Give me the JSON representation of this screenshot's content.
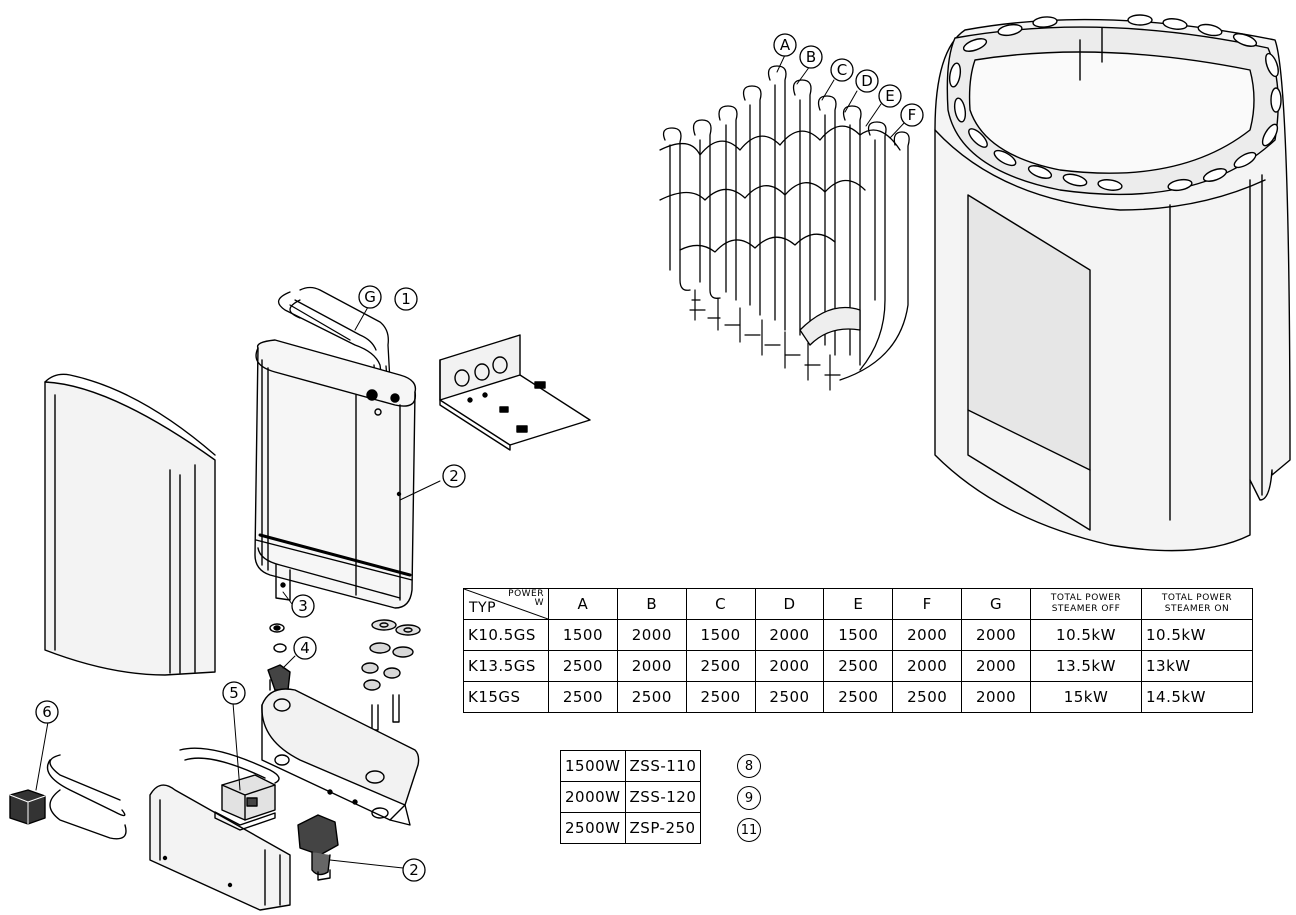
{
  "callouts": {
    "A": "A",
    "B": "B",
    "C": "C",
    "D": "D",
    "E": "E",
    "F": "F",
    "G": "G",
    "n1": "1",
    "n2_tank": "2",
    "n2_valve": "2",
    "n3": "3",
    "n4": "4",
    "n5": "5",
    "n6": "6"
  },
  "power_table": {
    "corner_top": "POWER",
    "corner_unit": "W",
    "corner_type": "TYP",
    "columns": [
      "A",
      "B",
      "C",
      "D",
      "E",
      "F",
      "G"
    ],
    "total_off_header": [
      "TOTAL POWER",
      "STEAMER OFF"
    ],
    "total_on_header": [
      "TOTAL POWER",
      "STEAMER ON"
    ],
    "rows": [
      {
        "model": "K10.5GS",
        "values": [
          "1500",
          "2000",
          "1500",
          "2000",
          "1500",
          "2000",
          "2000"
        ],
        "total_off": "10.5kW",
        "total_on": "10.5kW"
      },
      {
        "model": "K13.5GS",
        "values": [
          "2500",
          "2000",
          "2500",
          "2000",
          "2500",
          "2000",
          "2000"
        ],
        "total_off": "13.5kW",
        "total_on": "13kW"
      },
      {
        "model": "K15GS",
        "values": [
          "2500",
          "2500",
          "2500",
          "2500",
          "2500",
          "2500",
          "2000"
        ],
        "total_off": "15kW",
        "total_on": "14.5kW"
      }
    ]
  },
  "element_table": {
    "rows": [
      {
        "power": "1500W",
        "code": "ZSS-110",
        "ref": "8"
      },
      {
        "power": "2000W",
        "code": "ZSS-120",
        "ref": "9"
      },
      {
        "power": "2500W",
        "code": "ZSP-250",
        "ref": "11"
      }
    ]
  }
}
